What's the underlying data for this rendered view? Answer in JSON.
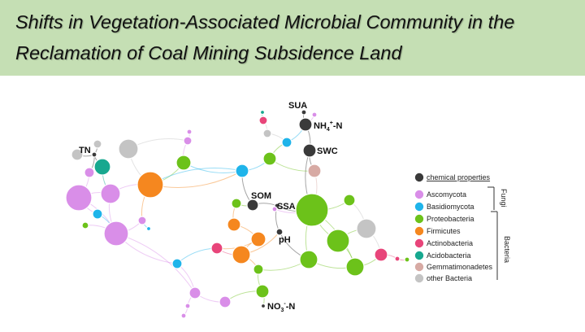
{
  "title": "Shifts in Vegetation-Associated Microbial Community in the Reclamation of Coal Mining Subsidence Land",
  "colors": {
    "title_band": "#c5dfb4",
    "chemical_properties": "#3a3a3a",
    "Ascomycota": "#d98ee8",
    "Basidiomycota": "#1fb4ea",
    "Proteobacteria": "#6cc21a",
    "Firmicutes": "#f5871f",
    "Actinobacteria": "#e8457a",
    "Acidobacteria": "#17a88f",
    "Gemmatimonadetes": "#d7aaa4",
    "other_Bacteria": "#c4c4c4"
  },
  "legend": {
    "items": [
      {
        "label": "chemical properties",
        "key": "chemical_properties"
      },
      {
        "label": "Ascomycota",
        "key": "Ascomycota"
      },
      {
        "label": "Basidiomycota",
        "key": "Basidiomycota"
      },
      {
        "label": "Proteobacteria",
        "key": "Proteobacteria"
      },
      {
        "label": "Firmicutes",
        "key": "Firmicutes"
      },
      {
        "label": "Actinobacteria",
        "key": "Actinobacteria"
      },
      {
        "label": "Acidobacteria",
        "key": "Acidobacteria"
      },
      {
        "label": "Gemmatimonadetes",
        "key": "Gemmatimonadetes"
      },
      {
        "label": "other Bacteria",
        "key": "other_Bacteria"
      }
    ],
    "group_fungi": "Fungi",
    "group_bacteria": "Bacteria"
  },
  "node_labels": {
    "SUA": "SUA",
    "NH4_base": "NH",
    "NH4_sub": "4",
    "NH4_sup": "+",
    "NH4_tail": "-N",
    "SWC": "SWC",
    "TN": "TN",
    "SOM": "SOM",
    "SSA": "SSA",
    "pH": "pH",
    "NO3_base": "NO",
    "NO3_sub": "3",
    "NO3_sup": "-",
    "NO3_tail": "-N"
  }
}
